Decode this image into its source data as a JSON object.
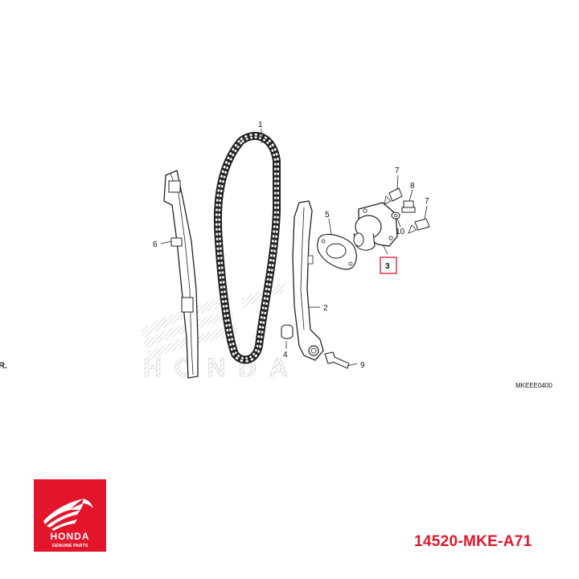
{
  "diagram": {
    "code": "MKEEE0400",
    "edge_fragment": "R.",
    "watermark": "HONDA",
    "callouts": [
      {
        "id": "1",
        "label": "1"
      },
      {
        "id": "2",
        "label": "2"
      },
      {
        "id": "3",
        "label": "3",
        "highlighted": true
      },
      {
        "id": "4",
        "label": "4"
      },
      {
        "id": "5",
        "label": "5"
      },
      {
        "id": "6",
        "label": "6"
      },
      {
        "id": "7a",
        "label": "7"
      },
      {
        "id": "7b",
        "label": "7"
      },
      {
        "id": "8",
        "label": "8"
      },
      {
        "id": "9",
        "label": "9"
      },
      {
        "id": "10",
        "label": "10"
      }
    ]
  },
  "brand": {
    "logo_text": "HONDA",
    "logo_subtext": "GENUINE PARTS",
    "logo_color": "#e3152b"
  },
  "part_number": "14520-MKE-A71",
  "highlight_color": "#e3152b"
}
